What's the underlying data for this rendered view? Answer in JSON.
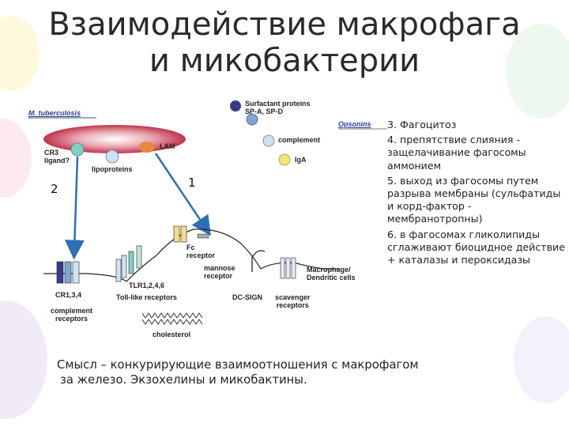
{
  "title": {
    "line1": "Взаимодействие макрофага",
    "line2": "и микобактерии"
  },
  "diagram": {
    "m_tuberculosis": "M. tuberculosis",
    "cr3_ligand": [
      "CR3",
      "ligand?"
    ],
    "lam": "LAM",
    "lipoproteins": "lipoproteins",
    "surfactant": [
      "Surfactant proteins",
      "SP-A, SP-D"
    ],
    "opsonins": "Opsonins",
    "complement": "complement",
    "iga": "IgA",
    "fc_receptor": [
      "Fc",
      "receptor"
    ],
    "mannose_receptor": [
      "mannose",
      "receptor"
    ],
    "tlr": "TLR1,2,4,6",
    "cr134": "CR1,3,4",
    "complement_receptors": [
      "complement",
      "receptors"
    ],
    "toll_like": "Toll-like receptors",
    "dc_sign": "DC-SIGN",
    "scavenger": [
      "scavenger",
      "receptors"
    ],
    "macrophage": [
      "Macrophage/",
      "Dendritic cells"
    ],
    "cholesterol": "cholesterol",
    "num1": "1",
    "num2": "2"
  },
  "right_list": [
    "3. Фагоцитоз",
    "4. препятствие слияния - защелачивание фагосомы аммонием",
    "5. выход из фагосомы путем разрыва мембраны (сульфатиды и корд-фактор - мембранотропны)",
    "6. в фагосомах гликолипиды сглаживают биоцидное действие + каталазы и пероксидазы"
  ],
  "bottom_text": {
    "line1": "Смысл – конкурирующие взаимоотношения с макрофагом",
    "line2": "за железо. Экзохелины и микобактины."
  },
  "colors": {
    "bacterium_red": "#c0334a",
    "lam_orange": "#e8873c",
    "arrow_blue": "#2f6fb5",
    "protein_navy": "#3a3a8c",
    "protein_blue": "#7ea7d6",
    "light_blue": "#cfe3f4",
    "teal": "#7fcfc4",
    "yellow": "#f5e27a",
    "fc_yellow": "#f3df8a",
    "opsonin_blue": "#2f3fa0"
  }
}
